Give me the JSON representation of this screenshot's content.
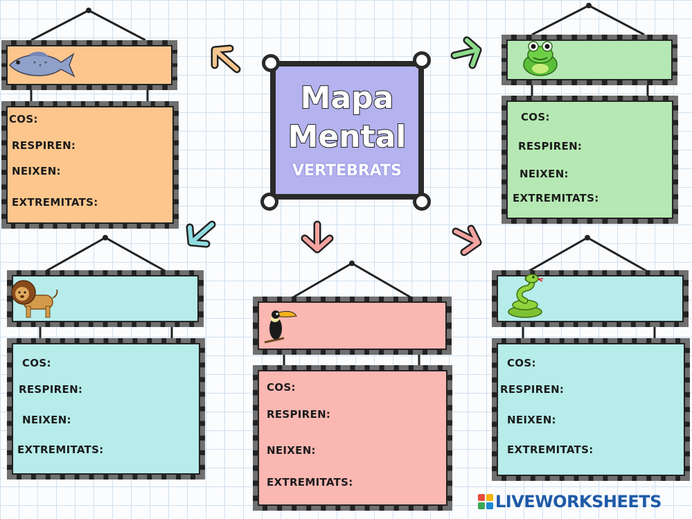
{
  "title": {
    "line1": "Mapa",
    "line2": "Mental",
    "subtitle": "VERTEBRATS"
  },
  "cards": [
    {
      "id": "fish",
      "animal": "fish-icon",
      "color": "#fcc68d",
      "fields": [
        "COS:",
        "RESPIREN:",
        "NEIXEN:",
        "EXTREMITATS:"
      ]
    },
    {
      "id": "frog",
      "animal": "frog-icon",
      "color": "#b5e8b3",
      "fields": [
        "COS:",
        "RESPIREN:",
        "NEIXEN:",
        "EXTREMITATS:"
      ]
    },
    {
      "id": "lion",
      "animal": "lion-icon",
      "color": "#b6ecea",
      "fields": [
        "COS:",
        "RESPIREN:",
        "NEIXEN:",
        "EXTREMITATS:"
      ]
    },
    {
      "id": "toucan",
      "animal": "toucan-icon",
      "color": "#fbb7b2",
      "fields": [
        "COS:",
        "RESPIREN:",
        "NEIXEN:",
        "EXTREMITATS:"
      ]
    },
    {
      "id": "snake",
      "animal": "snake-icon",
      "color": "#b6ecea",
      "fields": [
        "COS:",
        "RESPIREN:",
        "NEIXEN:",
        "EXTREMITATS:"
      ]
    }
  ],
  "arrows": [
    "arrow-up-left-icon",
    "arrow-up-right-icon",
    "arrow-down-left-icon",
    "arrow-down-icon",
    "arrow-down-right-icon"
  ],
  "branding": {
    "logo_text": "LIVEWORKSHEETS",
    "logo_letters": [
      "L",
      "I",
      "V",
      "E"
    ]
  }
}
